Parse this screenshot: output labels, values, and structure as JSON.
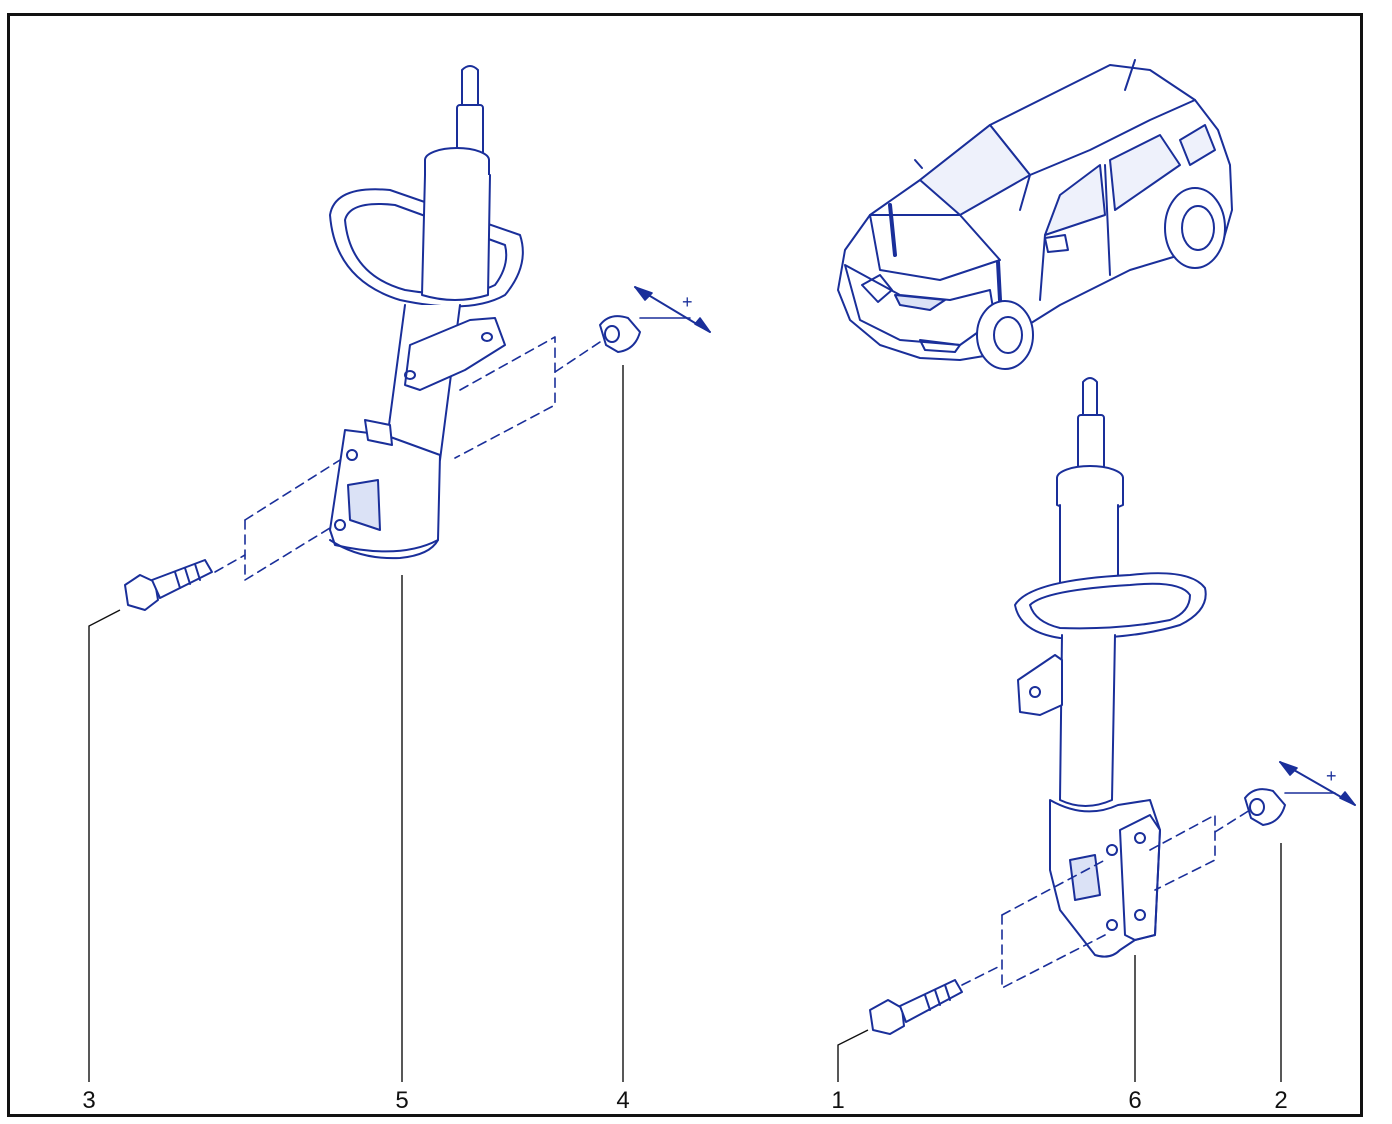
{
  "diagram": {
    "callouts": [
      {
        "id": "3",
        "label": "3"
      },
      {
        "id": "5",
        "label": "5"
      },
      {
        "id": "4",
        "label": "4"
      },
      {
        "id": "1",
        "label": "1"
      },
      {
        "id": "6",
        "label": "6"
      },
      {
        "id": "2",
        "label": "2"
      }
    ],
    "torque_marks": [
      {
        "id": "nut-left",
        "symbol": "+"
      },
      {
        "id": "nut-right",
        "symbol": "+"
      }
    ],
    "colors": {
      "ink": "#1a2f9a",
      "frame": "#111111",
      "leader": "#111111",
      "fill": "#ffffff",
      "shade": "#dbe2f6"
    },
    "icons": {
      "vehicle": "car-icon",
      "strut": "shock-absorber-icon",
      "bolt": "bolt-icon",
      "nut": "nut-icon"
    }
  }
}
